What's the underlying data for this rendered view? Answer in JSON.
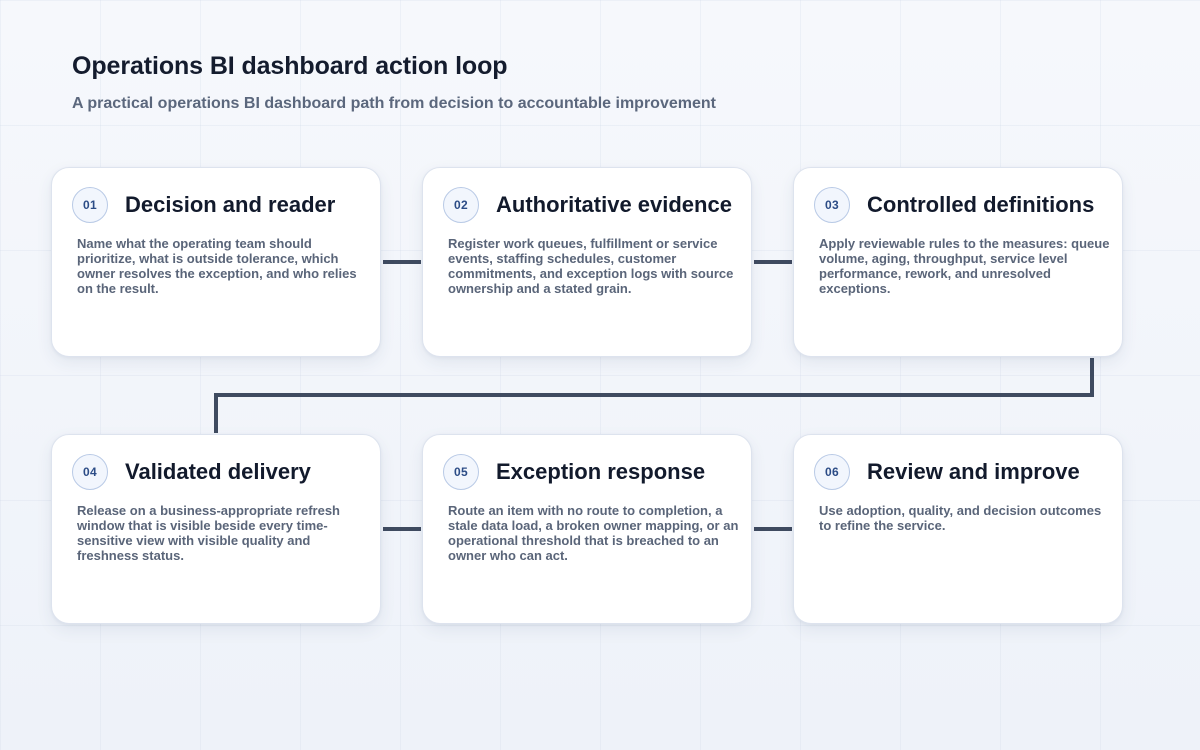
{
  "header": {
    "title": "Operations BI dashboard action loop",
    "subtitle": "A practical operations BI dashboard path from decision to accountable improvement"
  },
  "steps": [
    {
      "number": "01",
      "title": "Decision and reader",
      "body": "Name what the operating team should prioritize, what is outside tolerance, which owner resolves the exception, and who relies on the result."
    },
    {
      "number": "02",
      "title": "Authoritative evidence",
      "body": "Register work queues, fulfillment or service events, staffing schedules, customer commitments, and exception logs with source ownership and a stated grain."
    },
    {
      "number": "03",
      "title": "Controlled definitions",
      "body": "Apply reviewable rules to the measures: queue volume, aging, throughput, service level performance, rework, and unresolved exceptions."
    },
    {
      "number": "04",
      "title": "Validated delivery",
      "body": "Release on a business-appropriate refresh window that is visible beside every time-sensitive view with visible quality and freshness status."
    },
    {
      "number": "05",
      "title": "Exception response",
      "body": "Route an item with no route to completion, a stale data load, a broken owner mapping, or an operational threshold that is breached to an owner who can act."
    },
    {
      "number": "06",
      "title": "Review and improve",
      "body": "Use adoption, quality, and decision outcomes to refine the service."
    }
  ],
  "colors": {
    "connector": "#3f4b60",
    "badge_text": "#2c4c86",
    "title_text": "#121a2c",
    "body_text": "#5a6579"
  }
}
